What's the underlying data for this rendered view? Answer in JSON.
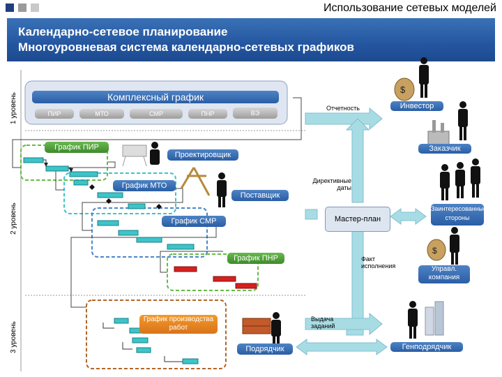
{
  "slide": {
    "top_title": "Использование сетевых моделей",
    "title_line1": "Календарно-сетевое планирование",
    "title_line2": "Многоуровневая система календарно-сетевых графиков"
  },
  "levels": [
    "1 уровень",
    "2 уровень",
    "3 уровень"
  ],
  "complex": {
    "title": "Комплексный график",
    "phases": [
      "ПИР",
      "МТО",
      "СМР",
      "ПНР",
      "ВЭ"
    ]
  },
  "schedules": {
    "pir": "График ПИР",
    "mto": "График МТО",
    "smr": "График СМР",
    "pnr": "График ПНР",
    "works": "График производства работ"
  },
  "roles": {
    "designer": "Проектировщик",
    "supplier": "Поставщик",
    "contractor": "Подрядчик",
    "investor": "Инвестор",
    "customer": "Заказчик",
    "stakeholders": "Заинтересованные стороны",
    "management": "Управл. компания",
    "general_contractor": "Генподрядчик",
    "master_plan": "Мастер-план"
  },
  "flows": {
    "reporting": "Отчетность",
    "directive_dates": "Директивные даты",
    "actual": "Факт исполнения",
    "tasks": "Выдача заданий"
  },
  "colors": {
    "header_blue": "#2456a0",
    "teal": "#3cc4c9",
    "red": "#d62020",
    "green_dash": "#66bb44",
    "blue_dash": "#4a86c8",
    "brown_dash": "#b0662a",
    "arrow": "#a8dce4"
  }
}
